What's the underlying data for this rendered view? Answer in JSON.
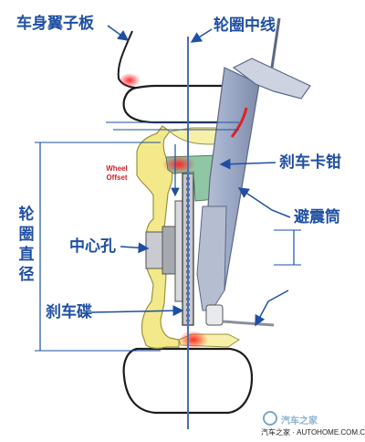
{
  "labels": {
    "fender": "车身翼子板",
    "rim_centerline": "轮圈中线",
    "caliper": "刹车卡钳",
    "shock": "避震筒",
    "hub_hole": "中心孔",
    "rim_diameter": "轮圈直径",
    "rotor": "刹车碟",
    "wheel_offset": "Wheel Offset"
  },
  "watermark": {
    "logo_text": "汽车之家",
    "site_text": "汽车之家 · AUTOHOME.COM.CN"
  },
  "colors": {
    "label_blue": "#1f4fa3",
    "centerline_blue": "#4a6fb5",
    "tire_outline": "#1c1c1c",
    "rim_yellow": "#f3e98a",
    "caliper_green": "#8fc7a4",
    "strut_blue": "#9ca9c6",
    "hot_red": "#e02020"
  }
}
